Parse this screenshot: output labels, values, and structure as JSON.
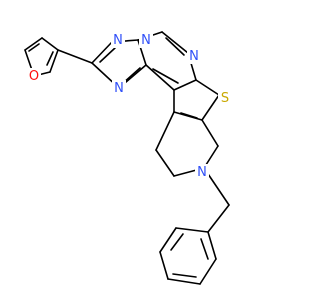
{
  "structure": {
    "atoms": {
      "furan_oxygen": "O",
      "triazole_n1": "N",
      "triazole_n2": "N",
      "triazole_n3": "N",
      "pyrimidine_n": "N",
      "thiophene_s": "S",
      "piperidine_n": "N"
    }
  },
  "colors": {
    "oxygen": "#ff0d0d",
    "nitrogen": "#3050f8",
    "sulfur": "#c9a800",
    "bond": "#000000",
    "background": "#ffffff"
  }
}
